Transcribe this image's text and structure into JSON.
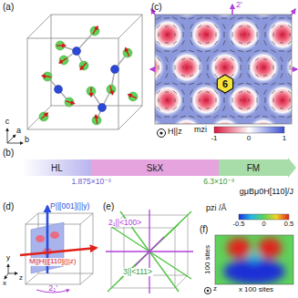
{
  "diagram": {
    "nodes": [
      {
        "text": [
          "6"
        ]
      },
      {
        "text": [
          "HL"
        ]
      },
      {
        "text": [
          "SkX"
        ]
      },
      {
        "text": [
          "FM"
        ]
      }
    ],
    "labels": [
      "(a)",
      "c",
      "a",
      "b",
      "(b)",
      "1.875×10⁻³",
      "6.3×10⁻³",
      "gμBμ0H[110]/J",
      "(c)",
      "2′",
      "H||z",
      "mzi",
      "-1",
      "0",
      "1",
      "(d)",
      "P||[001](||y)",
      "M||H||[110](||z)",
      "2₁′",
      "y",
      "z",
      "x",
      "(e)",
      "2₁||<100>",
      "3||<111>",
      "(f)",
      "pzi /Å",
      "-0.5",
      "0",
      "0.5",
      "100 sites",
      "x 100 sites",
      "z"
    ]
  }
}
